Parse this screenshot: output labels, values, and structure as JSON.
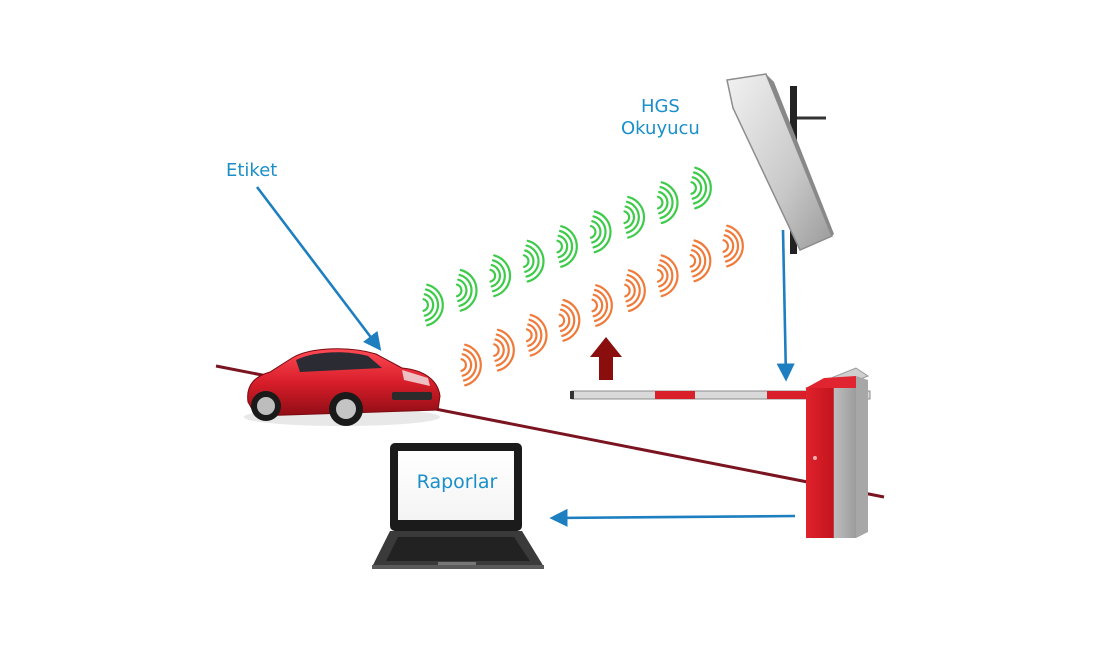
{
  "labels": {
    "tag": "Etiket",
    "reader_line1": "HGS",
    "reader_line2": "Okuyucu",
    "reports": "Raporlar"
  },
  "colors": {
    "label_blue": "#1b8fc9",
    "arrow_blue": "#1e7fc0",
    "road_line": "#7a1420",
    "wave_green": "#3ecb4a",
    "wave_orange": "#f07a3a",
    "lift_arrow": "#8b0e0e",
    "barrier_red": "#d9202a",
    "car_red": "#d81e2a"
  },
  "icons": [
    "car-icon",
    "rfid-reader-icon",
    "barrier-gate-icon",
    "laptop-icon",
    "radio-wave-icon"
  ]
}
